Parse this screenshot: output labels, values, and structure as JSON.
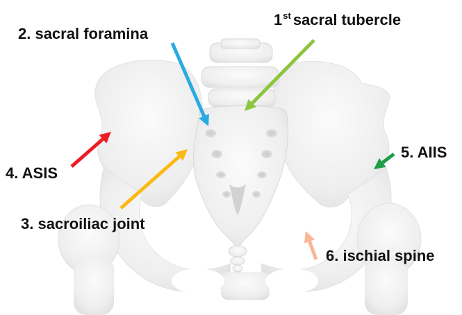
{
  "labels": {
    "tubercle": {
      "num": "1.",
      "main": "1",
      "sup": "st",
      "rest": "sacral tubercle"
    },
    "foramina": {
      "text": "2. sacral foramina"
    },
    "sacroiliac": {
      "text": "3. sacroiliac joint"
    },
    "asis": {
      "text": "4. ASIS"
    },
    "aiis": {
      "text": "5. AIIS"
    },
    "ischial": {
      "text": "6. ischial spine"
    }
  },
  "arrow_colors": {
    "tubercle": "#8cc63f",
    "foramina": "#29abe2",
    "sacroiliac": "#fbb912",
    "asis": "#ed1c24",
    "aiis": "#1e9e4a",
    "ischial": "#f7b795"
  },
  "bone_color": "#f1f1f1"
}
